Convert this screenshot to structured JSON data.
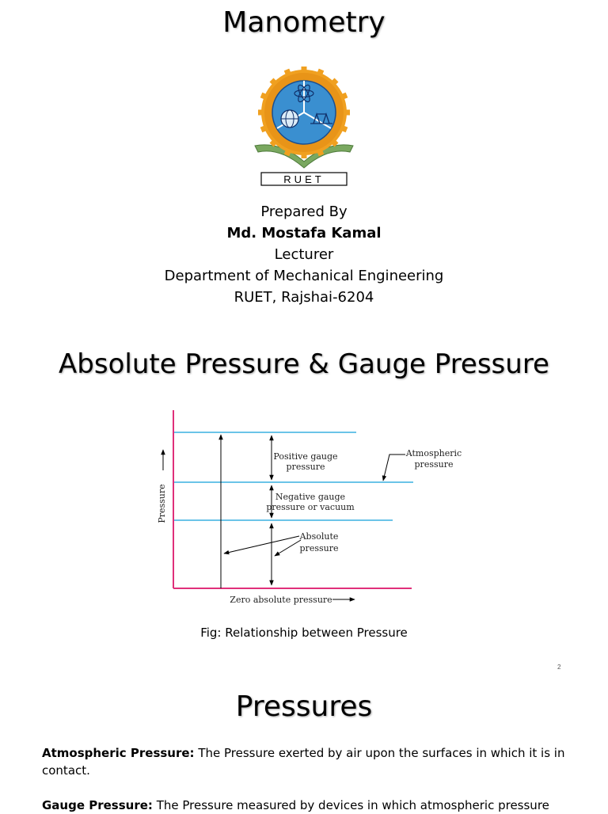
{
  "slide1": {
    "title": "Manometry",
    "logo_text": "RUET",
    "prepared_by": "Prepared By",
    "author": "Md. Mostafa Kamal",
    "position": "Lecturer",
    "department": "Department of Mechanical Engineering",
    "address": "RUET, Rajshai-6204",
    "colors": {
      "logo_ring": "#f0a020",
      "logo_inner": "#3a8fd0",
      "logo_green": "#7aa860"
    }
  },
  "slide2": {
    "title": "Absolute Pressure & Gauge Pressure",
    "figure": {
      "y_axis_label": "Pressure",
      "x_axis_label": "Zero absolute pressure",
      "label_positive_gauge": [
        "Positive gauge",
        "pressure"
      ],
      "label_negative_gauge": [
        "Negative gauge",
        "pressure or vacuum"
      ],
      "label_absolute": [
        "Absolute",
        "pressure"
      ],
      "label_atmospheric": [
        "Atmospheric",
        "pressure"
      ],
      "colors": {
        "axis": "#e0307a",
        "levels": "#3ab0e0",
        "arrows": "#000000"
      }
    },
    "caption": "Fig: Relationship between Pressure",
    "page_number": "2"
  },
  "slide3": {
    "title": "Pressures",
    "definitions": [
      {
        "term": "Atmospheric Pressure:",
        "text": " The Pressure exerted by air upon the surfaces in which it is in contact."
      },
      {
        "term": "Gauge  Pressure:",
        "text": " The Pressure measured  by devices  in which atmospheric pressure"
      }
    ]
  }
}
